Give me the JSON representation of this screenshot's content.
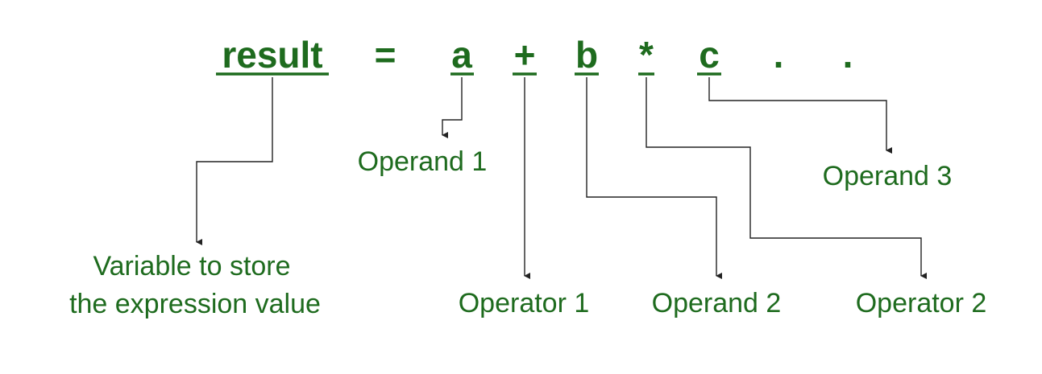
{
  "colors": {
    "accent": "#1e6b1e",
    "connector": "#222222"
  },
  "expression": {
    "result": "result",
    "equals": "=",
    "a": "a",
    "plus": "+",
    "b": "b",
    "star": "*",
    "c": "c",
    "dot1": ".",
    "dot2": "."
  },
  "labels": {
    "operand1": "Operand 1",
    "operand2": "Operand 2",
    "operand3": "Operand 3",
    "operator1": "Operator 1",
    "operator2": "Operator 2",
    "variable_line1": "Variable to store",
    "variable_line2": "the expression value"
  }
}
